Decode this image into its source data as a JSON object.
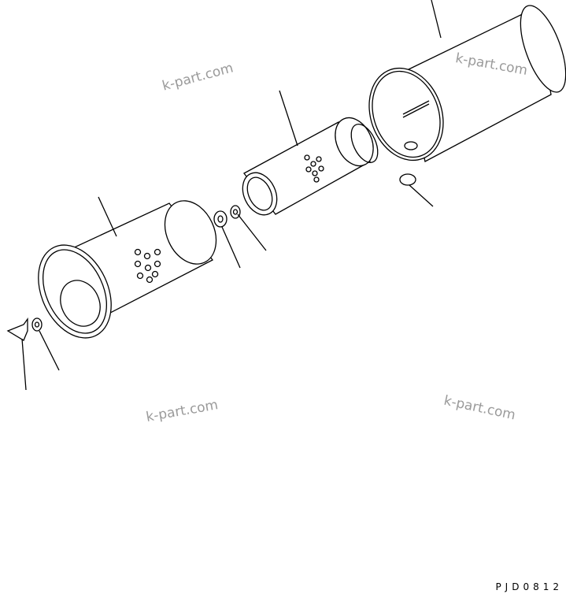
{
  "watermarks": [
    "k-part.com",
    "k-part.com",
    "k-part.com",
    "k-part.com"
  ],
  "drawing_code": "PJD0812",
  "colors": {
    "line": "#000000",
    "watermark": "#9a9a9a"
  }
}
